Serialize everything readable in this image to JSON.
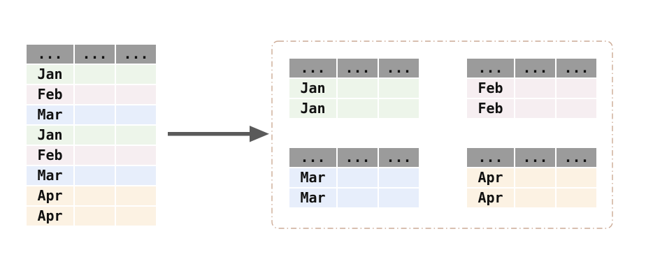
{
  "source_table": {
    "header": [
      "...",
      "...",
      "..."
    ],
    "rows": [
      "Jan",
      "Feb",
      "Mar",
      "Jan",
      "Feb",
      "Mar",
      "Apr",
      "Apr"
    ]
  },
  "groups": [
    {
      "key": "Jan",
      "header": [
        "...",
        "...",
        "..."
      ],
      "rows": [
        "Jan",
        "Jan"
      ]
    },
    {
      "key": "Feb",
      "header": [
        "...",
        "...",
        "..."
      ],
      "rows": [
        "Feb",
        "Feb"
      ]
    },
    {
      "key": "Mar",
      "header": [
        "...",
        "...",
        "..."
      ],
      "rows": [
        "Mar",
        "Mar"
      ]
    },
    {
      "key": "Apr",
      "header": [
        "...",
        "...",
        "..."
      ],
      "rows": [
        "Apr",
        "Apr"
      ]
    }
  ],
  "colors": {
    "canvas_bg": "#ffffff",
    "table_header_bg": "#9b9b9b",
    "text": "#111111",
    "row_bg": {
      "Jan": "#edf5ea",
      "Feb": "#f6eef1",
      "Mar": "#e7eefb",
      "Apr": "#fcf2e3"
    },
    "arrow": "#5a5a5a",
    "group_box_border": "#ccaa95"
  }
}
